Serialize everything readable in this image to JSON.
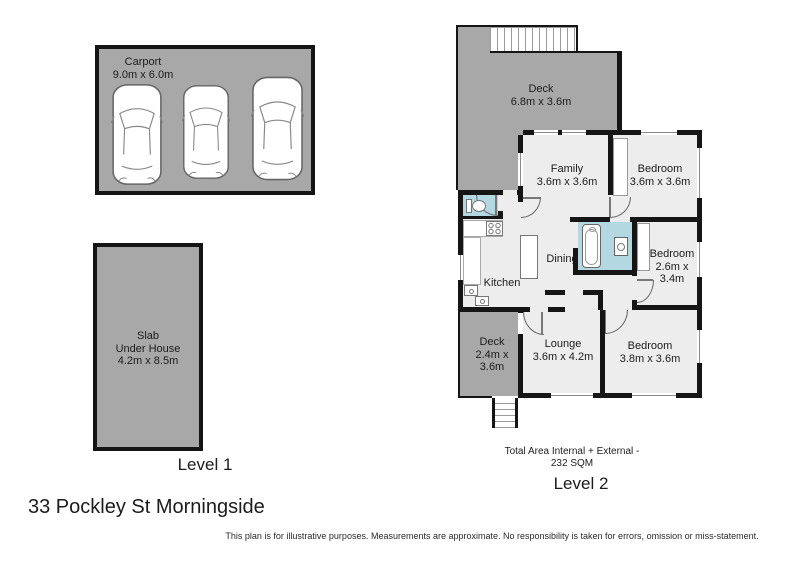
{
  "page": {
    "address": "33 Pockley St Morningside",
    "disclaimer": "This plan is for illustrative purposes. Measurements are approximate. No responsibility is taken for errors, omission or miss-statement."
  },
  "level1": {
    "label": "Level 1",
    "carport": {
      "name": "Carport",
      "dims": "9.0m x 6.0m"
    },
    "slab": {
      "line1": "Slab",
      "line2": "Under House",
      "dims": "4.2m x 8.5m"
    }
  },
  "level2": {
    "label": "Level 2",
    "total_area_line1": "Total Area Internal + External -",
    "total_area_line2": "232 SQM",
    "rooms": {
      "deck_top": {
        "name": "Deck",
        "dims": "6.8m x 3.6m"
      },
      "family": {
        "name": "Family",
        "dims": "3.6m x 3.6m"
      },
      "bedroom1": {
        "name": "Bedroom",
        "dims": "3.6m x 3.6m"
      },
      "bedroom2": {
        "name": "Bedroom",
        "dims_line1": "2.6m x",
        "dims_line2": "3.4m"
      },
      "bedroom3": {
        "name": "Bedroom",
        "dims": "3.8m x 3.6m"
      },
      "lounge": {
        "name": "Lounge",
        "dims": "3.6m x 4.2m"
      },
      "dining": {
        "name": "Dining"
      },
      "kitchen": {
        "name": "Kitchen"
      },
      "deck_bottom": {
        "name": "Deck",
        "dims_line1": "2.4m x",
        "dims_line2": "3.6m"
      }
    }
  },
  "icons": {
    "car": "car-top-view-shape",
    "toilet": "toilet-shape",
    "bathtub": "bathtub-shape",
    "vanity": "vanity-basin-shape",
    "stove": "stove-4-burner-shape",
    "sink": "sink-unit-shape",
    "stairs": "stair-treads-shape"
  },
  "colors": {
    "wall": "#151515",
    "deck_gray": "#a8a8a8",
    "room_fill": "#ededed",
    "wet_blue": "#b3d8e1",
    "bg": "#ffffff"
  }
}
